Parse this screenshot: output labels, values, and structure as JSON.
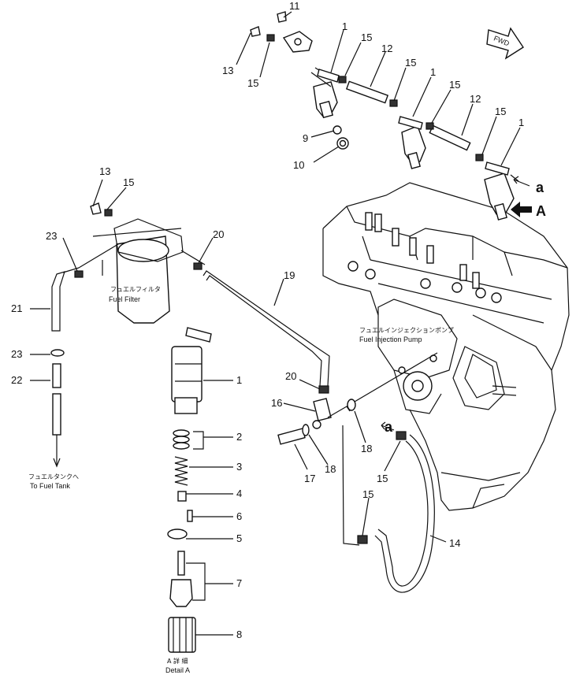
{
  "diagram": {
    "part_labels": {
      "p1a": "1",
      "p1b": "1",
      "p1c": "1",
      "p1d": "1",
      "p2": "2",
      "p3": "3",
      "p4": "4",
      "p5": "5",
      "p6": "6",
      "p7": "7",
      "p8": "8",
      "p9": "9",
      "p10": "10",
      "p11": "11",
      "p12a": "12",
      "p12b": "12",
      "p13a": "13",
      "p13b": "13",
      "p14": "14",
      "p15a": "15",
      "p15b": "15",
      "p15c": "15",
      "p15d": "15",
      "p15e": "15",
      "p15f": "15",
      "p15g": "15",
      "p15h": "15",
      "p16": "16",
      "p17": "17",
      "p18a": "18",
      "p18b": "18",
      "p19": "19",
      "p20a": "20",
      "p20b": "20",
      "p21": "21",
      "p22": "22",
      "p23a": "23",
      "p23b": "23"
    },
    "callouts": {
      "a_top": "a",
      "a_mid": "a",
      "A_view": "A"
    },
    "captions": {
      "fwd": "FWD",
      "fuel_filter_jp": "フュエルフィルタ",
      "fuel_filter_en": "Fuel Filter",
      "injection_pump_jp": "フュエルインジェクションポンプ",
      "injection_pump_en": "Fuel Injection Pump",
      "fuel_tank_jp": "フュエルタンクへ",
      "fuel_tank_en": "To Fuel Tank",
      "detail_jp": "A 詳 細",
      "detail_en": "Detail A"
    }
  }
}
